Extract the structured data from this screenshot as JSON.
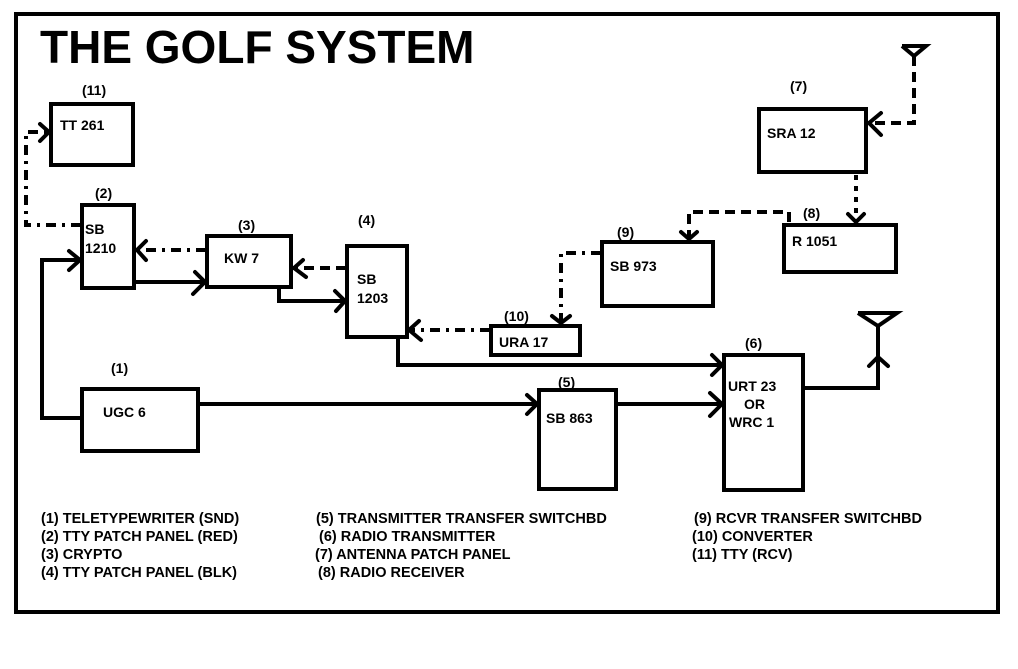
{
  "title": "THE GOLF SYSTEM",
  "components": [
    {
      "id": "c1",
      "number": "(1)",
      "lines": [
        "UGC 6"
      ]
    },
    {
      "id": "c2",
      "number": "(2)",
      "lines": [
        "SB",
        "1210"
      ]
    },
    {
      "id": "c3",
      "number": "(3)",
      "lines": [
        "KW 7"
      ]
    },
    {
      "id": "c4",
      "number": "(4)",
      "lines": [
        "SB",
        "1203"
      ]
    },
    {
      "id": "c5",
      "number": "(5)",
      "lines": [
        "SB 863"
      ]
    },
    {
      "id": "c6",
      "number": "(6)",
      "lines": [
        "URT 23",
        "OR",
        "WRC 1"
      ]
    },
    {
      "id": "c7",
      "number": "(7)",
      "lines": [
        "SRA 12"
      ]
    },
    {
      "id": "c8",
      "number": "(8)",
      "lines": [
        "R 1051"
      ]
    },
    {
      "id": "c9",
      "number": "(9)",
      "lines": [
        "SB 973"
      ]
    },
    {
      "id": "c10",
      "number": "(10)",
      "lines": [
        "URA 17"
      ]
    },
    {
      "id": "c11",
      "number": "(11)",
      "lines": [
        "TT 261"
      ]
    }
  ],
  "connections": [
    {
      "from": "UGC 6",
      "to": "SB 1210",
      "style": "solid"
    },
    {
      "from": "UGC 6",
      "to": "SB 863",
      "style": "solid"
    },
    {
      "from": "SB 1210",
      "to": "KW 7",
      "style": "solid"
    },
    {
      "from": "KW 7",
      "to": "SB 1210",
      "style": "dash-dot"
    },
    {
      "from": "KW 7",
      "to": "SB 1203",
      "style": "solid"
    },
    {
      "from": "SB 1203",
      "to": "KW 7",
      "style": "dashed"
    },
    {
      "from": "SB 1203",
      "to": "URT 23 OR WRC 1",
      "style": "solid"
    },
    {
      "from": "SB 863",
      "to": "URT 23 OR WRC 1",
      "style": "solid"
    },
    {
      "from": "URT 23 OR WRC 1",
      "to": "transmit antenna",
      "style": "solid"
    },
    {
      "from": "receive antenna",
      "to": "SRA 12",
      "style": "dashed"
    },
    {
      "from": "SRA 12",
      "to": "R 1051",
      "style": "dotted"
    },
    {
      "from": "R 1051",
      "to": "SB 973",
      "style": "dashed"
    },
    {
      "from": "SB 973",
      "to": "URA 17",
      "style": "dash-dot"
    },
    {
      "from": "URA 17",
      "to": "SB 1203",
      "style": "dash-dot"
    },
    {
      "from": "SB 1210",
      "to": "TT 261",
      "style": "dash-dot"
    }
  ],
  "legend": {
    "col1": [
      "(1) TELETYPEWRITER (SND)",
      "(2) TTY PATCH PANEL (RED)",
      "(3) CRYPTO",
      "(4) TTY PATCH PANEL (BLK)"
    ],
    "col2": [
      "(5) TRANSMITTER TRANSFER SWITCHBD",
      "(6) RADIO TRANSMITTER",
      "(7) ANTENNA PATCH PANEL",
      "(8) RADIO RECEIVER"
    ],
    "col3": [
      "(9) RCVR TRANSFER SWITCHBD",
      "(10) CONVERTER",
      "(11) TTY (RCV)"
    ]
  }
}
